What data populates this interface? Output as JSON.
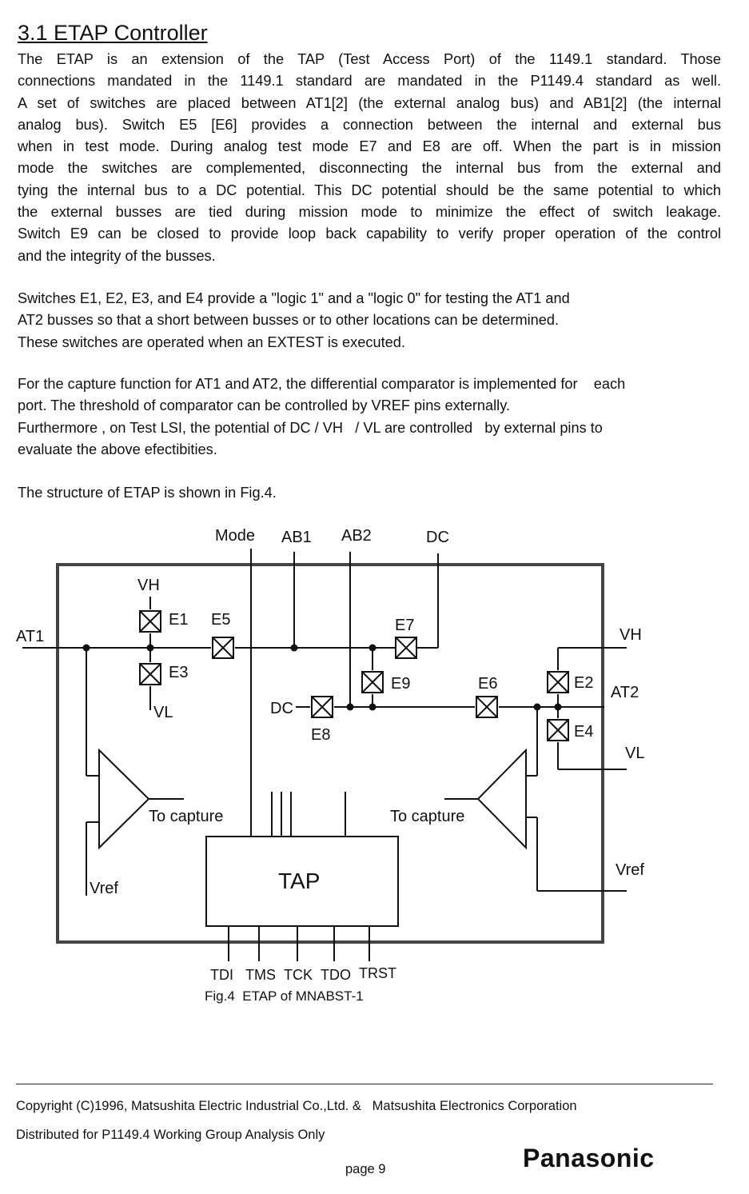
{
  "heading": "3.1 ETAP Controller",
  "para1": [
    "The ETAP is an extension of the TAP (Test Access Port) of the 1149.1 standard. Those",
    "connections mandated in the 1149.1 standard are mandated in the P1149.4 standard as well.",
    "A set of switches are placed between AT1[2] (the external analog bus) and AB1[2] (the internal",
    "analog bus). Switch E5 [E6] provides a connection between the internal and external bus",
    "when in test mode. During analog test mode E7 and E8 are off. When the part is in mission",
    "mode the switches are complemented, disconnecting the internal bus from the external and",
    "tying the internal bus to a DC potential. This DC potential should be the same potential to which",
    "the external busses are tied during mission mode to minimize the effect of switch leakage.",
    "Switch E9 can be closed to provide loop back capability to verify proper operation of the control",
    "and the integrity of the busses."
  ],
  "para2": [
    "Switches E1, E2, E3, and E4 provide a \"logic 1\" and a \"logic 0\" for testing the AT1 and",
    "AT2 busses so that a short between busses or to other locations can be determined.",
    "These switches are operated when an EXTEST is executed."
  ],
  "para3": [
    "For the capture function for AT1 and AT2, the differential comparator is implemented for    each",
    "port. The threshold of comparator can be controlled by VREF pins externally.",
    "Furthermore , on Test LSI, the potential of DC / VH   / VL are controlled   by external pins to",
    "evaluate the above efectibities."
  ],
  "para4": "The structure of ETAP is shown in Fig.4.",
  "figure": {
    "top_labels": {
      "mode": "Mode",
      "ab1": "AB1",
      "ab2": "AB2",
      "dc": "DC"
    },
    "left_labels": {
      "at1": "AT1",
      "vh": "VH",
      "vl": "VL",
      "vref": "Vref",
      "dc": "DC"
    },
    "right_labels": {
      "vh": "VH",
      "at2": "AT2",
      "vl": "VL",
      "vref": "Vref"
    },
    "switches": {
      "e1": "E1",
      "e2": "E2",
      "e3": "E3",
      "e4": "E4",
      "e5": "E5",
      "e6": "E6",
      "e7": "E7",
      "e8": "E8",
      "e9": "E9"
    },
    "capture_left": "To capture",
    "capture_right": "To capture",
    "tap": "TAP",
    "pins": {
      "tdi": "TDI",
      "tms": "TMS",
      "tck": "TCK",
      "tdo": "TDO",
      "trst": "TRST"
    }
  },
  "caption": "Fig.4  ETAP of MNABST-1",
  "footer": {
    "copyright": "Copyright (C)1996, Matsushita Electric Industrial Co.,Ltd. &   Matsushita Electronics Corporation",
    "distributed": "Distributed for P1149.4 Working Group Analysis Only",
    "page": "page 9",
    "logo": "Panasonic"
  }
}
